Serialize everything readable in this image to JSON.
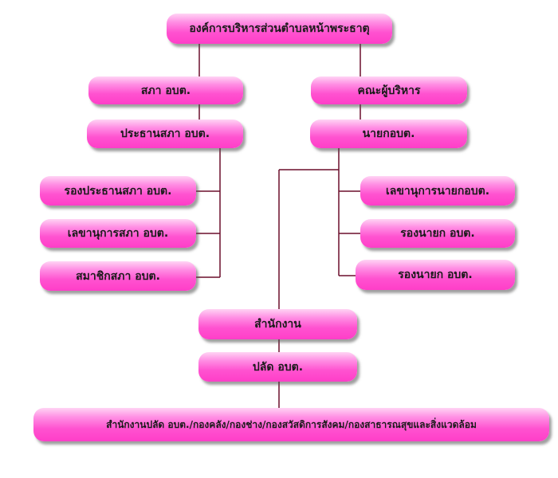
{
  "org": {
    "root": "องค์การบริหารส่วนตำบลหน้าพระธาตุ",
    "council": "สภา อบต.",
    "council_chair": "ประธานสภา อบต.",
    "council_vice_chair": "รองประธานสภา อบต.",
    "council_secretary": "เลขานุการสภา อบต.",
    "council_member": "สมาชิกสภา อบต.",
    "executive": "คณะผู้บริหาร",
    "mayor": "นายกอบต.",
    "mayor_secretary": "เลขานุการนายกอบต.",
    "vice_mayor_1": "รองนายก อบต.",
    "vice_mayor_2": "รองนายก อบต.",
    "office": "สำนักงาน",
    "chief_admin": "ปลัด อบต.",
    "departments": "สำนักงานปลัด อบต./กองคลัง/กองช่าง/กองสวัสดิการสังคม/กองสาธารณสุขและสิ่งแวดล้อม"
  },
  "colors": {
    "box_fill": "#ff52d0",
    "box_highlight": "#ffd4f4",
    "connector": "#6b0f2c"
  }
}
